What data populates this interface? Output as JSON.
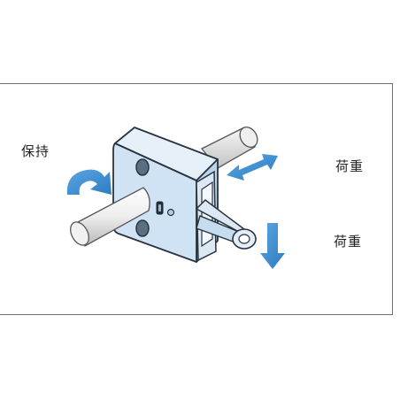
{
  "labels": {
    "holding": "保持",
    "load_top": "荷重",
    "load_bottom": "荷重"
  },
  "colors": {
    "housing_fill": "#cfe3f5",
    "housing_top": "#e3eff9",
    "housing_stroke": "#2a3440",
    "shaft_light": "#f4f4f4",
    "shaft_dark": "#bdbdbd",
    "arrow_blue": "#3d8fd1",
    "frame_border": "#6e6e6e"
  },
  "icons": {
    "rotation": "curved-rotation-arrow-icon",
    "horizontal_load": "double-headed-arrow-icon",
    "vertical_load": "down-arrow-icon"
  }
}
